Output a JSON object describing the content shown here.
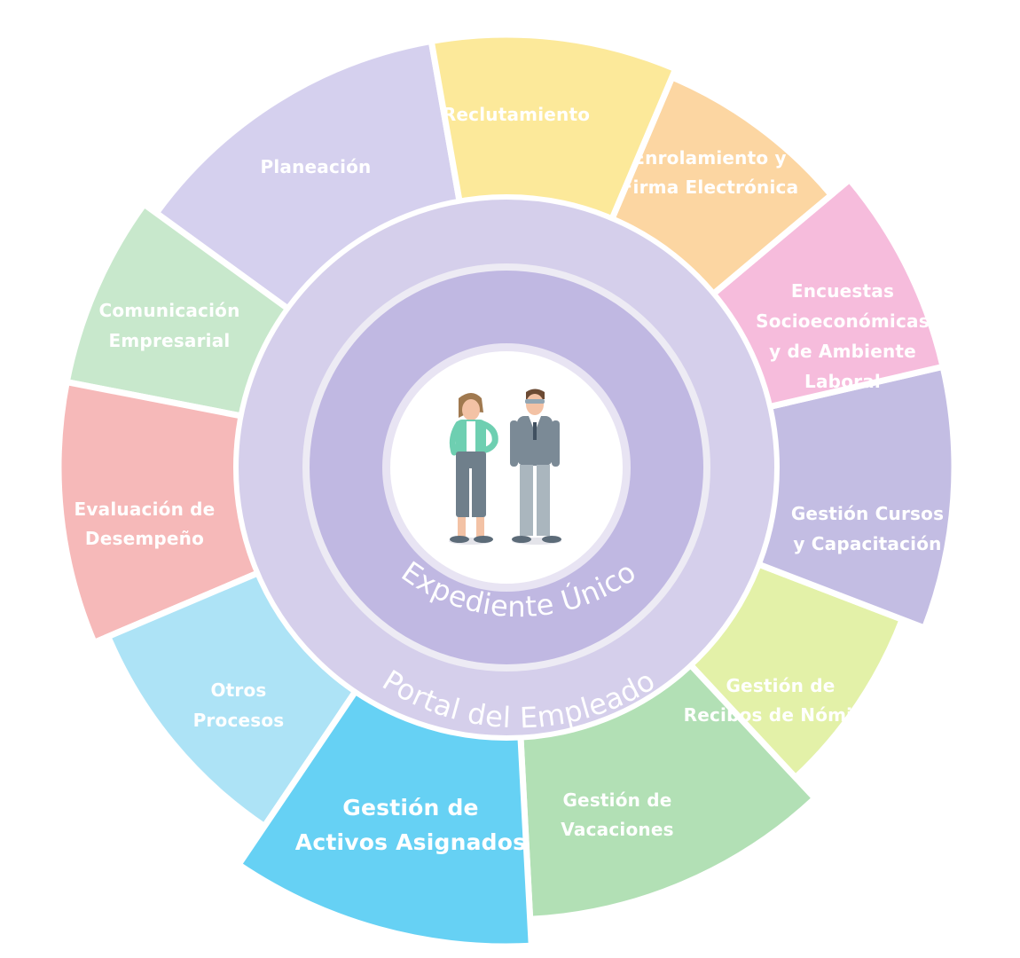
{
  "diagram": {
    "segments": [
      {
        "id": "reclutamiento",
        "lines": [
          "Reclutamiento"
        ],
        "color": "#FCE99A"
      },
      {
        "id": "enrolamiento",
        "lines": [
          "Enrolamiento y",
          "Firma Electrónica"
        ],
        "color": "#FCD6A2"
      },
      {
        "id": "encuestas",
        "lines": [
          "Encuestas",
          "Socioeconómicas",
          "y de Ambiente",
          "Laboral"
        ],
        "color": "#F6BCDC"
      },
      {
        "id": "cursos",
        "lines": [
          "Gestión Cursos",
          "y Capacitación"
        ],
        "color": "#C3BDE3"
      },
      {
        "id": "nomina",
        "lines": [
          "Gestión de",
          "Recibos de Nómina"
        ],
        "color": "#E3F1A8"
      },
      {
        "id": "vacaciones",
        "lines": [
          "Gestión de",
          "Vacaciones"
        ],
        "color": "#B2E0B5"
      },
      {
        "id": "activos",
        "lines": [
          "Gestión de",
          "Activos Asignados"
        ],
        "color": "#66D1F4",
        "active": true
      },
      {
        "id": "otros",
        "lines": [
          "Otros",
          "Procesos"
        ],
        "color": "#ADE3F6"
      },
      {
        "id": "evaluacion",
        "lines": [
          "Evaluación de",
          "Desempeño"
        ],
        "color": "#F6B9B9"
      },
      {
        "id": "comunicacion",
        "lines": [
          "Comunicación",
          "Empresarial"
        ],
        "color": "#C8E8CC"
      },
      {
        "id": "planeacion",
        "lines": [
          "Planeación"
        ],
        "color": "#D5D0EE"
      }
    ],
    "portal_label": "Portal del Empleado",
    "expediente_label": "Expediente Único",
    "center_icon": "employees-icon",
    "colors": {
      "portal_ring": "#D5CFEB",
      "expediente_ring": "#C0B8E2",
      "center_disc": "#FFFFFF",
      "divider": "#EDEBF4"
    }
  }
}
